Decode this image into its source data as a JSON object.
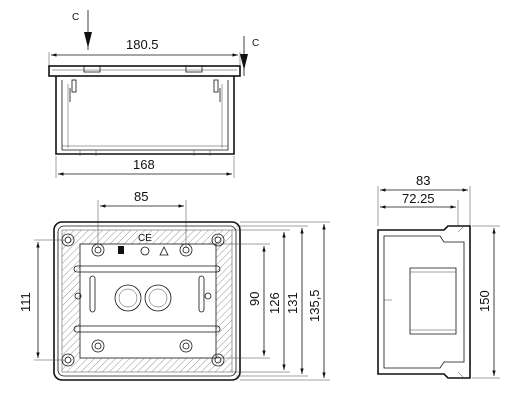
{
  "drawing": {
    "section_marker_left": "C",
    "section_marker_right": "C",
    "top_view": {
      "width_top": "180.5",
      "width_bottom": "168"
    },
    "front_view": {
      "hole_spacing": "85",
      "height_left": "111",
      "inner_height": "90",
      "height_126": "126",
      "height_131": "131",
      "height_total": "135,5",
      "ce_mark": "CE"
    },
    "side_view": {
      "depth_total": "83",
      "depth_inner": "72.25",
      "height": "150"
    }
  }
}
